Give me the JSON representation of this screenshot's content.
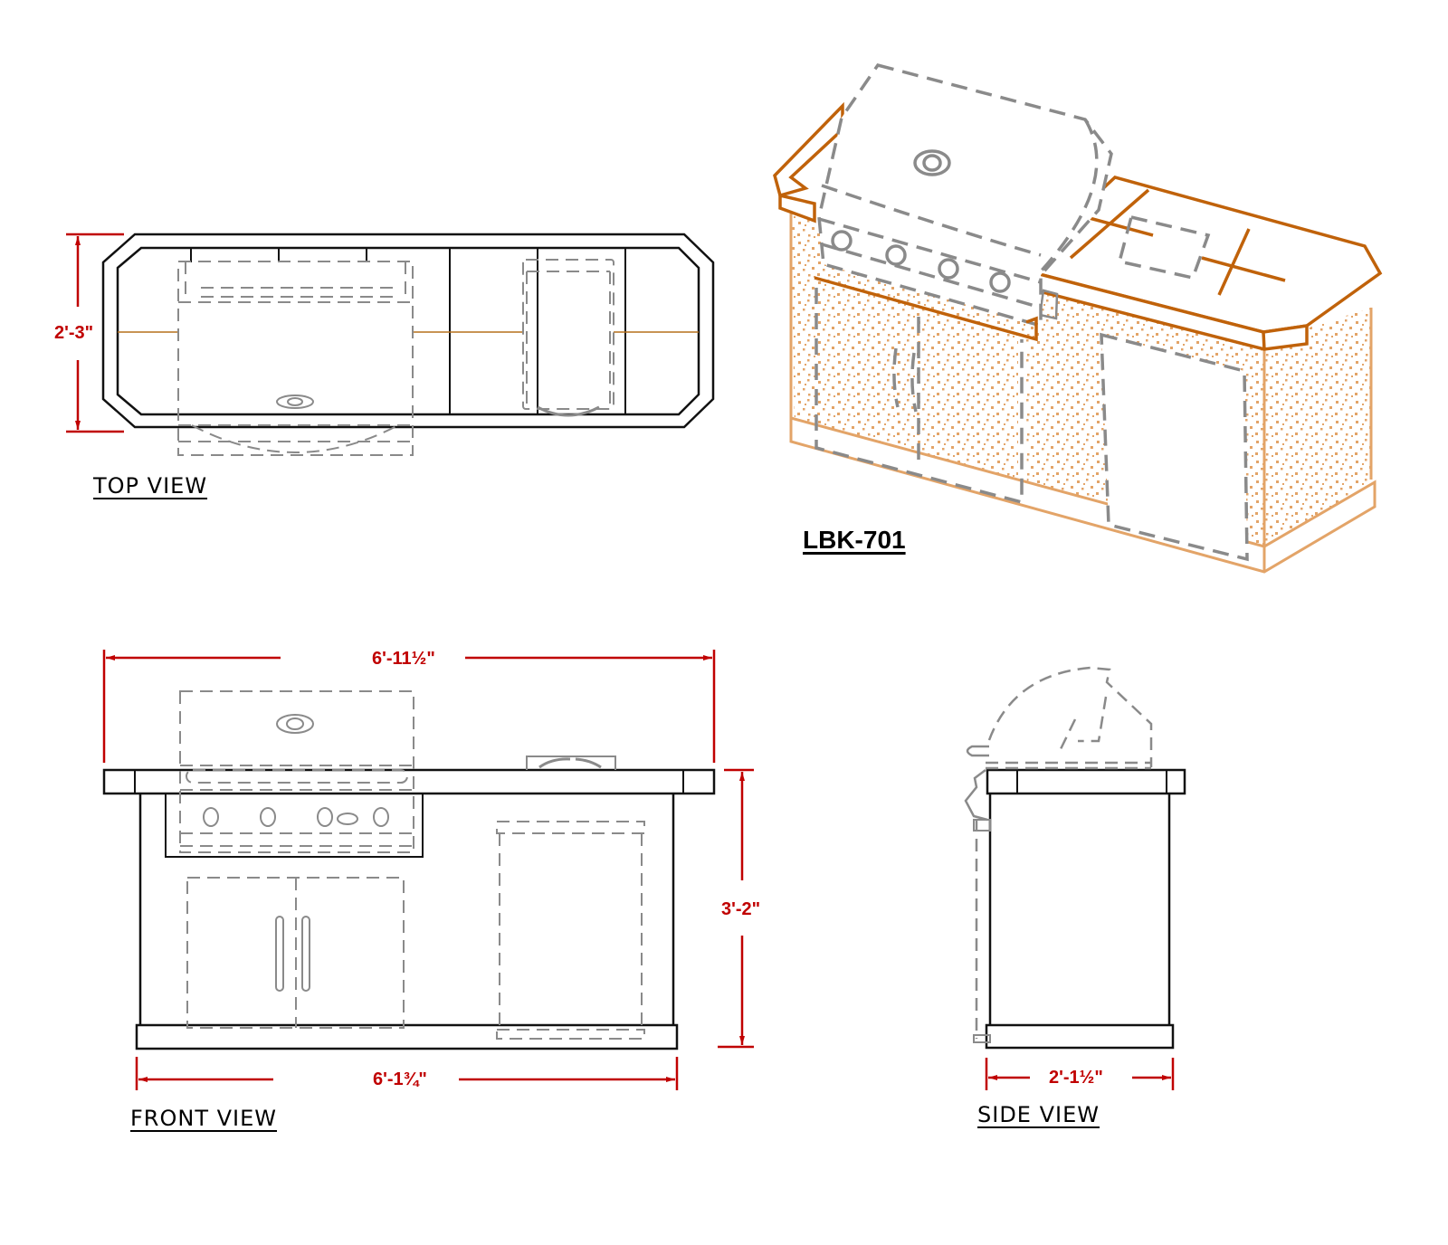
{
  "drawing": {
    "model": "LBK-701",
    "colors": {
      "outline": "#111111",
      "hidden_appliance": "#8a8a8a",
      "dimension": "#c00000",
      "iso_trim": "#c0620a",
      "iso_stucco": "#e3a468",
      "tile_seam": "#b5701c"
    }
  },
  "views": {
    "top": {
      "label": "TOP VIEW",
      "depth_dim": "2'-3\""
    },
    "isometric": {
      "label": "LBK-701"
    },
    "front": {
      "label": "FRONT VIEW",
      "overall_width_dim": "6'-11½\"",
      "base_width_dim": "6'-1¾\"",
      "height_dim": "3'-2\""
    },
    "side": {
      "label": "SIDE VIEW",
      "base_depth_dim": "2'-1½\""
    }
  },
  "components": [
    "grill-head",
    "access-doors",
    "refrigerator",
    "side-burner",
    "countertop",
    "base-footing"
  ]
}
